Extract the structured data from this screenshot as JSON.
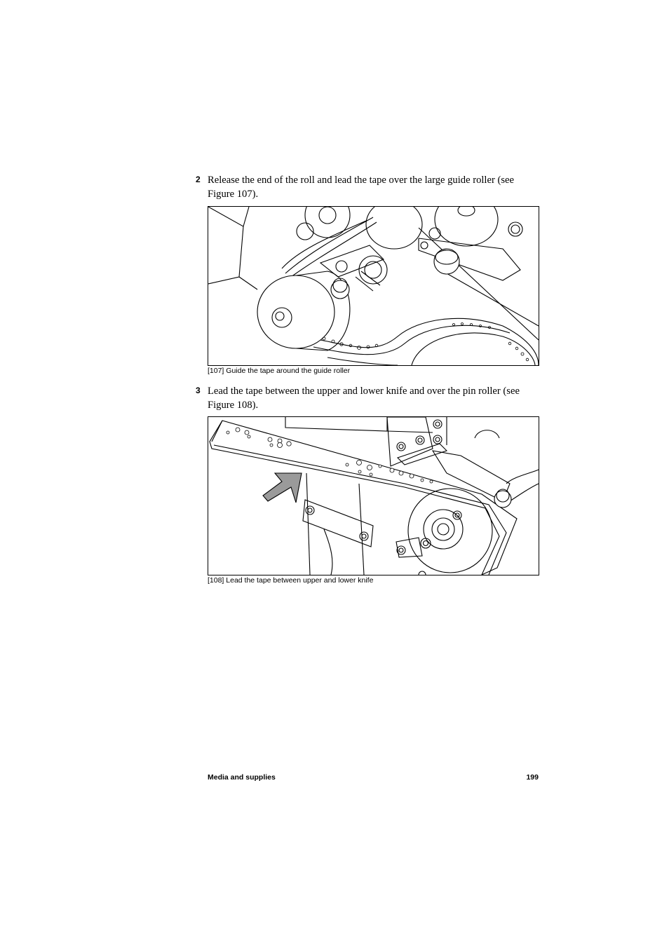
{
  "steps": [
    {
      "number": "2",
      "text": "Release the end of the roll and lead the tape over the large guide roller (see Figure 107)."
    },
    {
      "number": "3",
      "text": "Lead the tape between the upper and lower knife and over the pin roller (see Figure 108)."
    }
  ],
  "figures": [
    {
      "caption": "[107] Guide the tape around the guide roller"
    },
    {
      "caption": "[108] Lead the tape between upper and lower knife"
    }
  ],
  "footer": {
    "section": "Media and supplies",
    "page_number": "199"
  }
}
